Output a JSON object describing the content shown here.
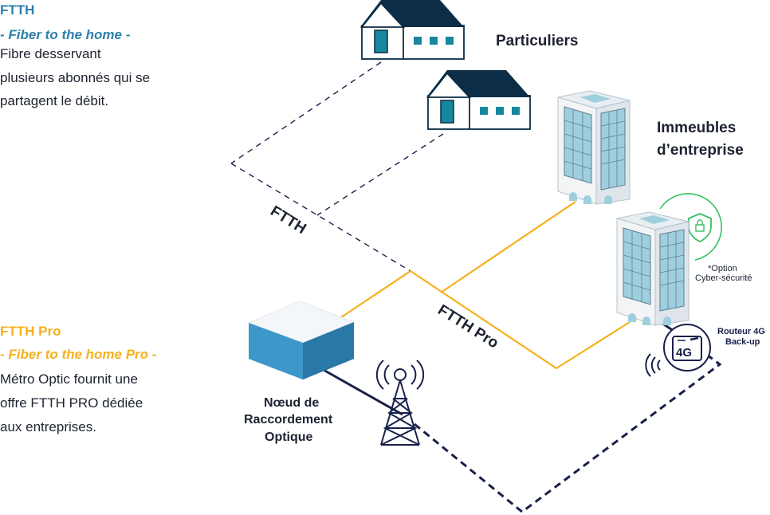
{
  "colors": {
    "blue": "#2e80aa",
    "orange": "#f5b11c",
    "navy": "#17204a",
    "dark": "#1c2230",
    "green": "#35c15f",
    "window": "#9fcfdc",
    "house_roof": "#0c2d45",
    "house_door": "#15889f",
    "node_side": "#2f86b4"
  },
  "ftth": {
    "title": "FTTH",
    "subtitle": "- Fiber to the home -",
    "description": [
      "Fibre desservant",
      "plusieurs abonnés qui se",
      "partagent le débit."
    ]
  },
  "ftth_pro": {
    "title": "FTTH Pro",
    "subtitle": "- Fiber to the home Pro -",
    "description": [
      "Métro Optic fournit une",
      "offre FTTH PRO dédiée",
      "aux entreprises."
    ]
  },
  "labels": {
    "particuliers": "Particuliers",
    "immeubles": [
      "Immeubles",
      "d’entreprise"
    ],
    "line_ftth": "FTTH",
    "line_ftth_pro": "FTTH Pro",
    "option": [
      "*Option",
      "Cyber-sécurité"
    ],
    "routeur": [
      "Routeur 4G",
      "Back-up"
    ],
    "router_badge": "4G",
    "noeud": [
      "Nœud de",
      "Raccordement",
      "Optique"
    ]
  },
  "icons": [
    "house-icon",
    "office-building-icon",
    "shield-icon",
    "router-4g-icon",
    "antenna-tower-icon",
    "signal-waves-icon",
    "optical-node-icon"
  ]
}
